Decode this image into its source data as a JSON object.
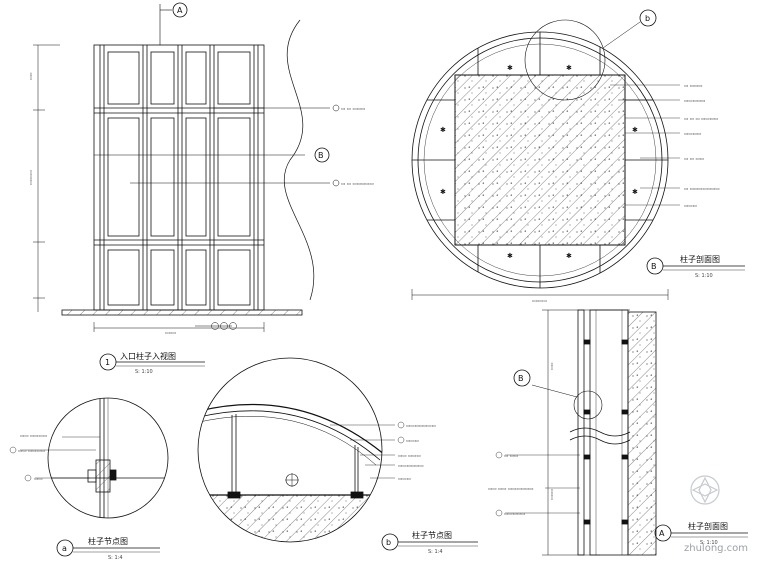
{
  "views": {
    "elevation": {
      "number": "1",
      "title": "入口柱子入视图",
      "scale": "S: 1:10"
    },
    "section_b": {
      "letter": "B",
      "title": "柱子剖面图",
      "scale": "S: 1:10"
    },
    "detail_a": {
      "letter": "a",
      "title": "柱子节点图",
      "scale": "S: 1:4"
    },
    "detail_b": {
      "letter": "b",
      "title": "柱子节点图",
      "scale": "S: 1:4"
    },
    "section_a": {
      "letter": "A",
      "title": "柱子剖面图",
      "scale": "S: 1:10"
    }
  },
  "markers": {
    "top_A": "A",
    "elev_B": "B",
    "plan_b": "b",
    "side_B": "B"
  },
  "watermark": "zhulong.com",
  "colors": {
    "line": "#111111",
    "hatch": "#555555",
    "grey": "#888888"
  }
}
